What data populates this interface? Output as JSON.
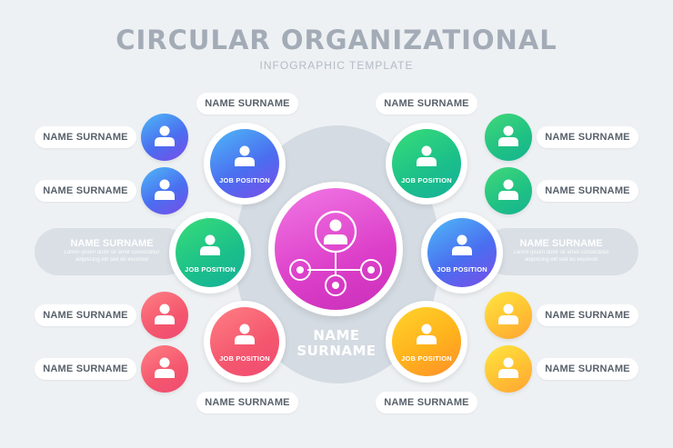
{
  "header": {
    "title": "CIRCULAR ORGANIZATIONAL",
    "subtitle": "INFOGRAPHIC TEMPLATE"
  },
  "colors": {
    "background": "#eef1f4",
    "ellipse": "#d4dbe2",
    "blue": "#4a6ef0",
    "green": "#1bbf8a",
    "red": "#f4566e",
    "orange": "#ffb21c",
    "magenta": "#dc3fc9"
  },
  "center": {
    "name_line1": "NAME",
    "name_line2": "SURNAME",
    "icon": "org-network-icon"
  },
  "positions": {
    "top_left": "JOB POSITION",
    "mid_left": "JOB POSITION",
    "bottom_left": "JOB POSITION",
    "top_right": "JOB POSITION",
    "mid_right": "JOB POSITION",
    "bottom_right": "JOB POSITION"
  },
  "labels": {
    "top_left": "NAME SURNAME",
    "top_right": "NAME SURNAME",
    "bottom_left": "NAME SURNAME",
    "bottom_right": "NAME SURNAME",
    "left_1": "NAME SURNAME",
    "left_2": "NAME SURNAME",
    "left_3": "NAME SURNAME",
    "left_4": "NAME SURNAME",
    "right_1": "NAME SURNAME",
    "right_2": "NAME SURNAME",
    "right_3": "NAME SURNAME",
    "right_4": "NAME SURNAME"
  },
  "side_panels": {
    "left": {
      "name": "NAME SURNAME",
      "line1": "Lorem ipsum dolor sit amet consectetur",
      "line2": "adipiscing elit sed do eiusmod"
    },
    "right": {
      "name": "NAME SURNAME",
      "line1": "Lorem ipsum dolor sit amet consectetur",
      "line2": "adipiscing elit sed do eiusmod"
    }
  },
  "icons": {
    "person": "person-icon"
  }
}
